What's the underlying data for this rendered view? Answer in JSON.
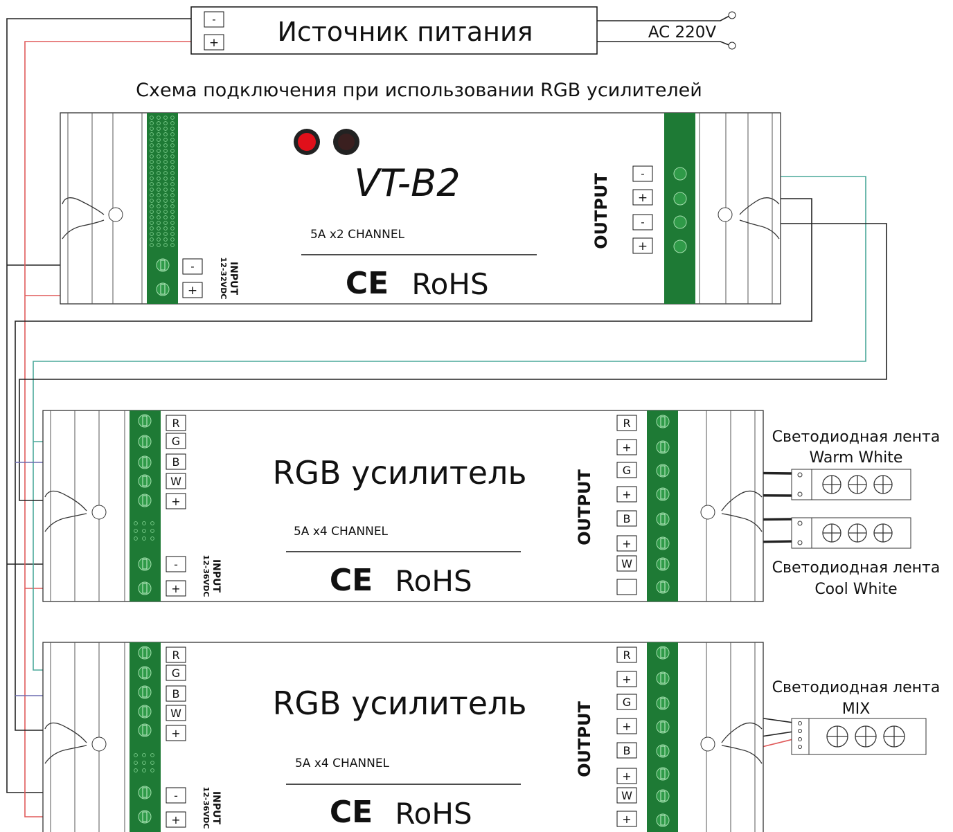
{
  "power_supply": {
    "title": "Источник питания",
    "minus": "-",
    "plus": "+",
    "ac_label": "AC 220V"
  },
  "heading": "Схема подключения при использовании RGB усилителей",
  "controller": {
    "model": "VT-B2",
    "spec": "5A x2 CHANNEL",
    "ce": "CE",
    "rohs": "RoHS",
    "output_label": "OUTPUT",
    "input_label": "INPUT",
    "input_range": "12-32VDC",
    "output_terminals": [
      "-",
      "+",
      "-",
      "+"
    ],
    "input_terminals": [
      "-",
      "+"
    ]
  },
  "amplifiers": [
    {
      "title": "RGB усилитель",
      "spec": "5A x4 CHANNEL",
      "ce": "CE",
      "rohs": "RoHS",
      "output_label": "OUTPUT",
      "input_label": "INPUT",
      "input_range": "12-36VDC",
      "input_terminals": [
        "R",
        "G",
        "B",
        "W",
        "+"
      ],
      "power_terminals": [
        "-",
        "+"
      ],
      "output_terminals": [
        "R",
        "+",
        "G",
        "+",
        "B",
        "+",
        "W",
        ""
      ]
    },
    {
      "title": "RGB усилитель",
      "spec": "5A x4 CHANNEL",
      "ce": "CE",
      "rohs": "RoHS",
      "output_label": "OUTPUT",
      "input_label": "INPUT",
      "input_range": "12-36VDC",
      "input_terminals": [
        "R",
        "G",
        "B",
        "W",
        "+"
      ],
      "power_terminals": [
        "-",
        "+"
      ],
      "output_terminals": [
        "R",
        "+",
        "G",
        "+",
        "B",
        "+",
        "W",
        "+"
      ]
    }
  ],
  "strips": {
    "warm_line1": "Светодиодная лента",
    "warm_line2": "Warm White",
    "cool_line1": "Светодиодная лента",
    "cool_line2": "Cool White",
    "mix_line1": "Светодиодная лента",
    "mix_line2": "MIX"
  },
  "colors": {
    "terminal_green": "#1e7a35",
    "wire_black": "#222222",
    "wire_red": "#e05a5a",
    "wire_teal": "#4aa89a",
    "wire_blue": "#6b6bb0",
    "led_red": "#e0101a"
  }
}
